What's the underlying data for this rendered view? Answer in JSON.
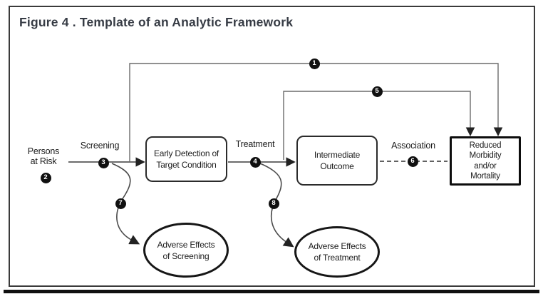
{
  "figure": {
    "title": "Figure 4 . Template of an Analytic Framework"
  },
  "colors": {
    "ink": "#1d1d1d",
    "box_border": "#2b2b2b",
    "strong_box_border": "#0d0d0d",
    "long_arrow_gray": "#6b6b6b",
    "flow_arrow_dark": "#3b3b3b",
    "title_color": "#363b44"
  },
  "nodes": {
    "persons_at_risk": {
      "line1": "Persons",
      "line2": "at Risk",
      "number": "2"
    },
    "early_detection": {
      "line1": "Early Detection of",
      "line2": "Target Condition"
    },
    "intermediate_outcome": {
      "line1": "Intermediate",
      "line2": "Outcome"
    },
    "reduced_morbidity": {
      "line1": "Reduced",
      "line2": "Morbidity",
      "line3": "and/or",
      "line4": "Mortality"
    },
    "adverse_effects_screening": {
      "line1": "Adverse Effects",
      "line2": "of Screening"
    },
    "adverse_effects_treatment": {
      "line1": "Adverse Effects",
      "line2": "of Treatment"
    }
  },
  "edges": {
    "overarching": {
      "number": "1"
    },
    "screening": {
      "label": "Screening",
      "number": "3"
    },
    "treatment": {
      "label": "Treatment",
      "number": "4"
    },
    "treatment_to_morbidity": {
      "number": "5"
    },
    "association": {
      "label": "Association",
      "number": "6"
    },
    "adverse_screening_path": {
      "number": "7"
    },
    "adverse_treatment_path": {
      "number": "8"
    }
  }
}
